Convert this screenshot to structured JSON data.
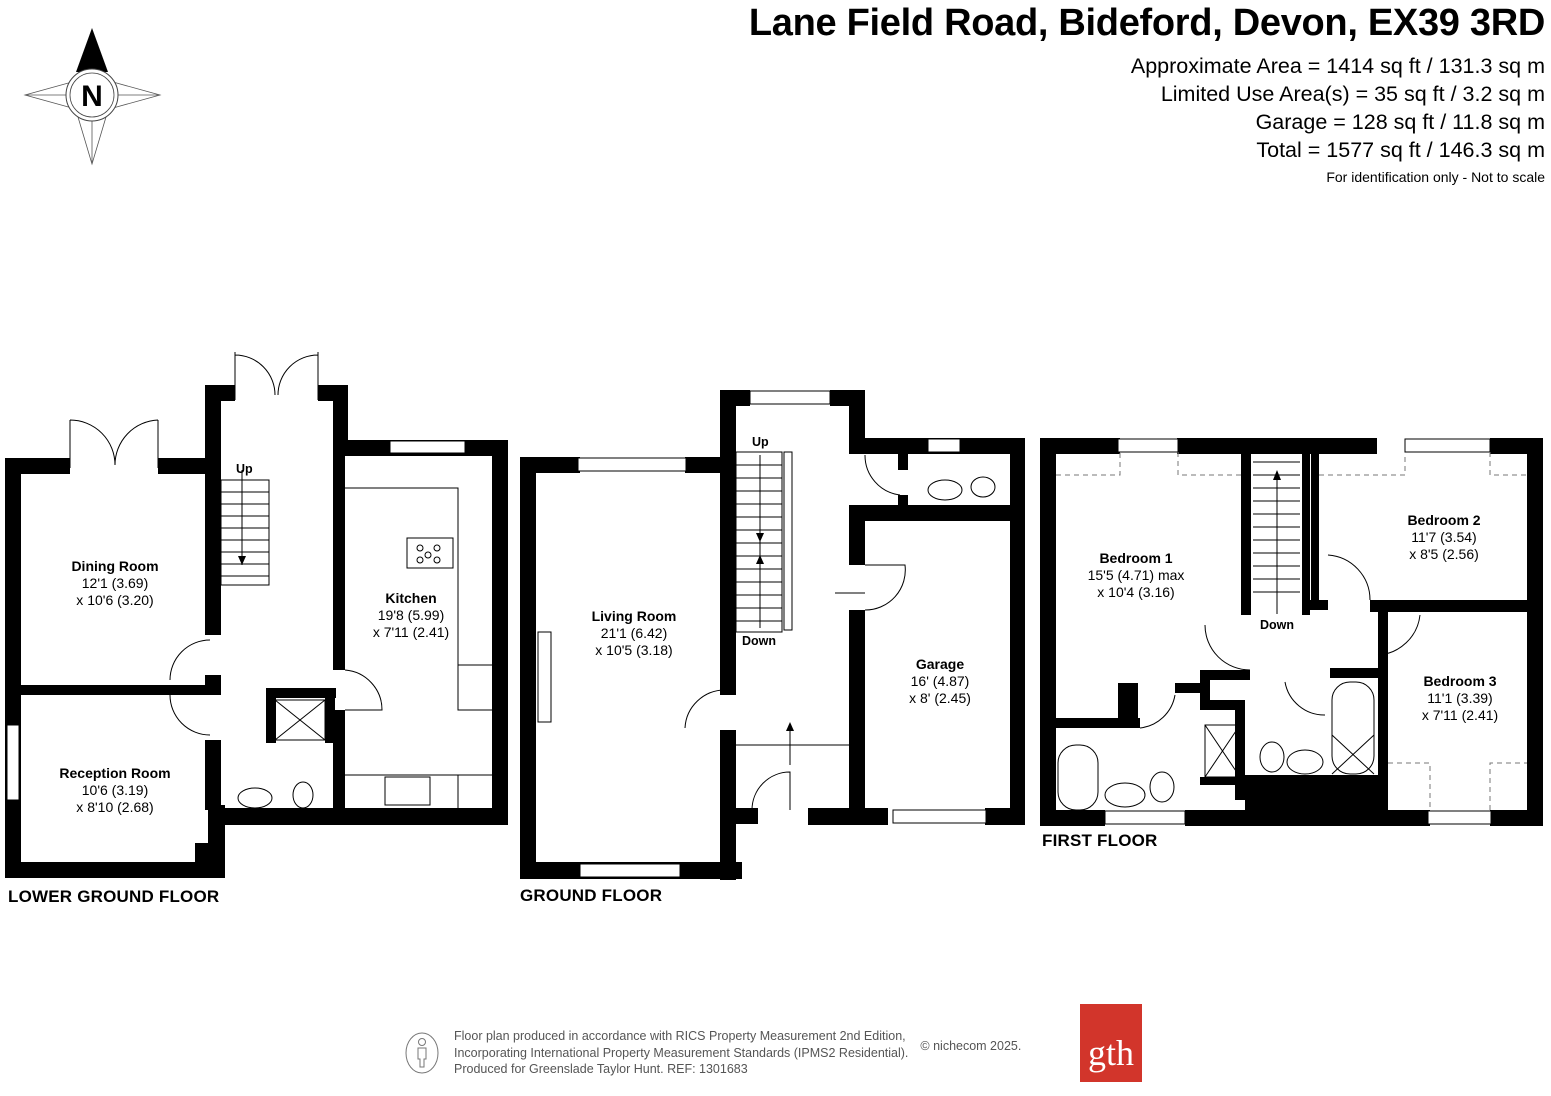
{
  "header": {
    "title": "Lane Field Road, Bideford, Devon, EX39 3RD",
    "areas": [
      "Approximate Area = 1414 sq ft / 131.3 sq m",
      "Limited Use Area(s) = 35 sq ft / 3.2 sq m",
      "Garage = 128 sq ft / 11.8 sq m",
      "Total = 1577 sq ft / 146.3 sq m"
    ],
    "note": "For identification only - Not to scale"
  },
  "compass": {
    "letter": "N",
    "icon": "compass-north-icon"
  },
  "floors": {
    "lower_ground": {
      "label": "LOWER GROUND FLOOR",
      "stairs": "Up",
      "rooms": [
        {
          "name": "Dining Room",
          "dim1": "12'1 (3.69)",
          "dim2": "x 10'6 (3.20)"
        },
        {
          "name": "Reception Room",
          "dim1": "10'6 (3.19)",
          "dim2": "x 8'10 (2.68)"
        },
        {
          "name": "Kitchen",
          "dim1": "19'8 (5.99)",
          "dim2": "x 7'11 (2.41)"
        }
      ]
    },
    "ground": {
      "label": "GROUND FLOOR",
      "stairs_up": "Up",
      "stairs_down": "Down",
      "rooms": [
        {
          "name": "Living Room",
          "dim1": "21'1 (6.42)",
          "dim2": "x 10'5 (3.18)"
        },
        {
          "name": "Garage",
          "dim1": "16' (4.87)",
          "dim2": "x 8' (2.45)"
        }
      ]
    },
    "first": {
      "label": "FIRST FLOOR",
      "stairs_down": "Down",
      "rooms": [
        {
          "name": "Bedroom 1",
          "dim1": "15'5 (4.71) max",
          "dim2": "x 10'4 (3.16)"
        },
        {
          "name": "Bedroom 2",
          "dim1": "11'7 (3.54)",
          "dim2": "x 8'5 (2.56)"
        },
        {
          "name": "Bedroom 3",
          "dim1": "11'1 (3.39)",
          "dim2": "x 7'11 (2.41)"
        }
      ]
    }
  },
  "footer": {
    "lines": [
      "Floor plan produced in accordance with RICS Property Measurement 2nd Edition,",
      "Incorporating International Property Measurement Standards (IPMS2 Residential).",
      "Produced for Greenslade Taylor Hunt.   REF: 1301683"
    ],
    "copyright": "© nichecom 2025.",
    "logo_text": "gth",
    "logo_color": "#d2352b"
  }
}
